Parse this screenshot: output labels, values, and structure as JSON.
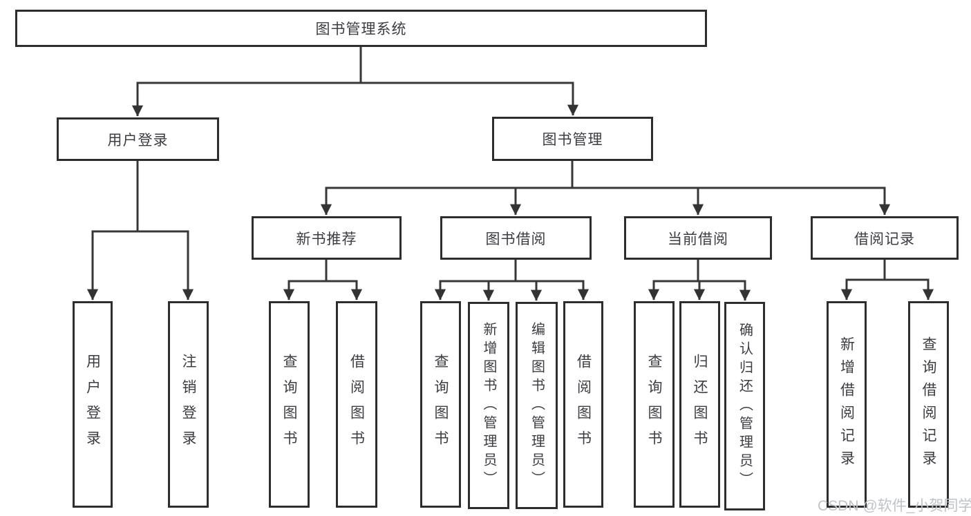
{
  "nodes": {
    "root": {
      "label": "图书管理系统"
    },
    "user_login": {
      "label": "用户登录"
    },
    "book_management": {
      "label": "图书管理"
    },
    "new_book_recommend": {
      "label": "新书推荐"
    },
    "book_borrowing": {
      "label": "图书借阅"
    },
    "current_borrowing": {
      "label": "当前借阅"
    },
    "borrowing_records": {
      "label": "借阅记录"
    },
    "leaf_user_login": {
      "label": "用户登录"
    },
    "leaf_logout": {
      "label": "注销登录"
    },
    "leaf_nb_query_book": {
      "label": "查询图书"
    },
    "leaf_nb_borrow_book": {
      "label": "借阅图书"
    },
    "leaf_bb_query_book": {
      "label": "查询图书"
    },
    "leaf_bb_add_book": {
      "label": "新增图书（管理员）"
    },
    "leaf_bb_edit_book": {
      "label": "编辑图书（管理员）"
    },
    "leaf_bb_borrow_book": {
      "label": "借阅图书"
    },
    "leaf_cb_query_book": {
      "label": "查询图书"
    },
    "leaf_cb_return_book": {
      "label": "归还图书"
    },
    "leaf_cb_confirm_return": {
      "label": "确认归还（管理员）"
    },
    "leaf_br_add_record": {
      "label": "新增借阅记录"
    },
    "leaf_br_query_record": {
      "label": "查询借阅记录"
    }
  },
  "watermark": "CSDN @软件_小贺同学",
  "colors": {
    "line": "#373737",
    "border": "#2d2d2d",
    "text": "#3c3c42",
    "watermark": "#bfc3c7",
    "background": "#ffffff"
  }
}
